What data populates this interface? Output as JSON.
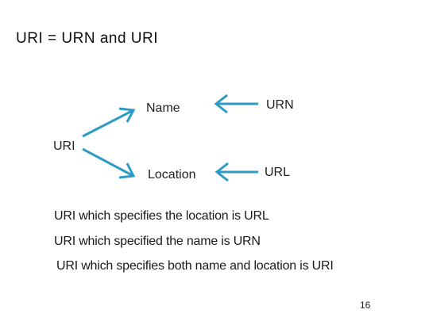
{
  "slide": {
    "title": "URI = URN and URI",
    "page_number": "16"
  },
  "diagram": {
    "root_label": "URI",
    "branch_top_label": "Name",
    "branch_bottom_label": "Location",
    "right_top_label": "URN",
    "right_bottom_label": "URL",
    "arrow_color": "#2e9bc4"
  },
  "captions": [
    "URI which specifies the location is URL",
    "URI which specified the name is URN",
    "URI which specifies both name and location is URI"
  ]
}
